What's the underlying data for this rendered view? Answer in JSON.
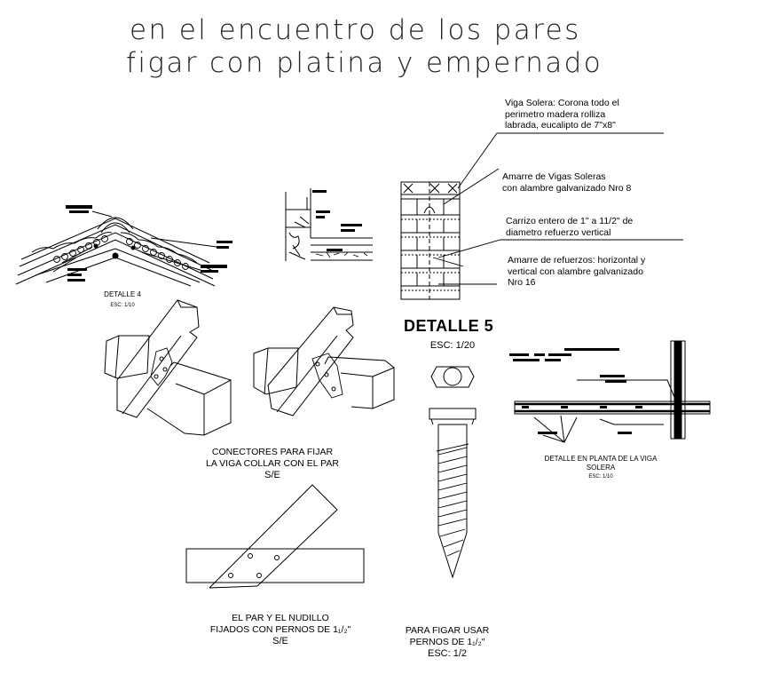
{
  "title": {
    "line1": "en el encuentro de los pares",
    "line2": "figar con platina y empernado"
  },
  "wall_notes": {
    "n1": [
      "Viga Solera: Corona todo el",
      "perimetro madera rolliza",
      "labrada, eucalipto de 7\"x8\""
    ],
    "n2": [
      "Amarre de  Vigas Soleras",
      "con alambre galvanizado Nro 8"
    ],
    "n3": [
      "Carrizo entero de 1\" a 11/2\" de",
      "diametro refuerzo vertical"
    ],
    "n4": [
      "Amarre de refuerzos: horizontal y",
      "vertical con alambre galvanizado",
      "Nro 16"
    ]
  },
  "detalle4": {
    "label": "DETALLE 4",
    "scale": "ESC: 1/10"
  },
  "detalle5": {
    "label": "DETALLE 5",
    "scale": "ESC: 1/20"
  },
  "connectors": {
    "lines": [
      "CONECTORES PARA FIJAR",
      "LA VIGA COLLAR CON EL PAR"
    ],
    "scale": "S/E"
  },
  "planta": {
    "lines": [
      "DETALLE EN PLANTA DE LA VIGA",
      "SOLERA"
    ],
    "scale": "ESC: 1/10"
  },
  "par_nudillo": {
    "lines": [
      "EL PAR Y EL NUDILLO",
      "FIJADOS CON PERNOS DE 1₁/₂\""
    ],
    "scale": "S/E"
  },
  "bolt": {
    "lines": [
      "PARA FIGAR USAR",
      "PERNOS DE 1₁/₂\""
    ],
    "scale": "ESC: 1/2"
  }
}
